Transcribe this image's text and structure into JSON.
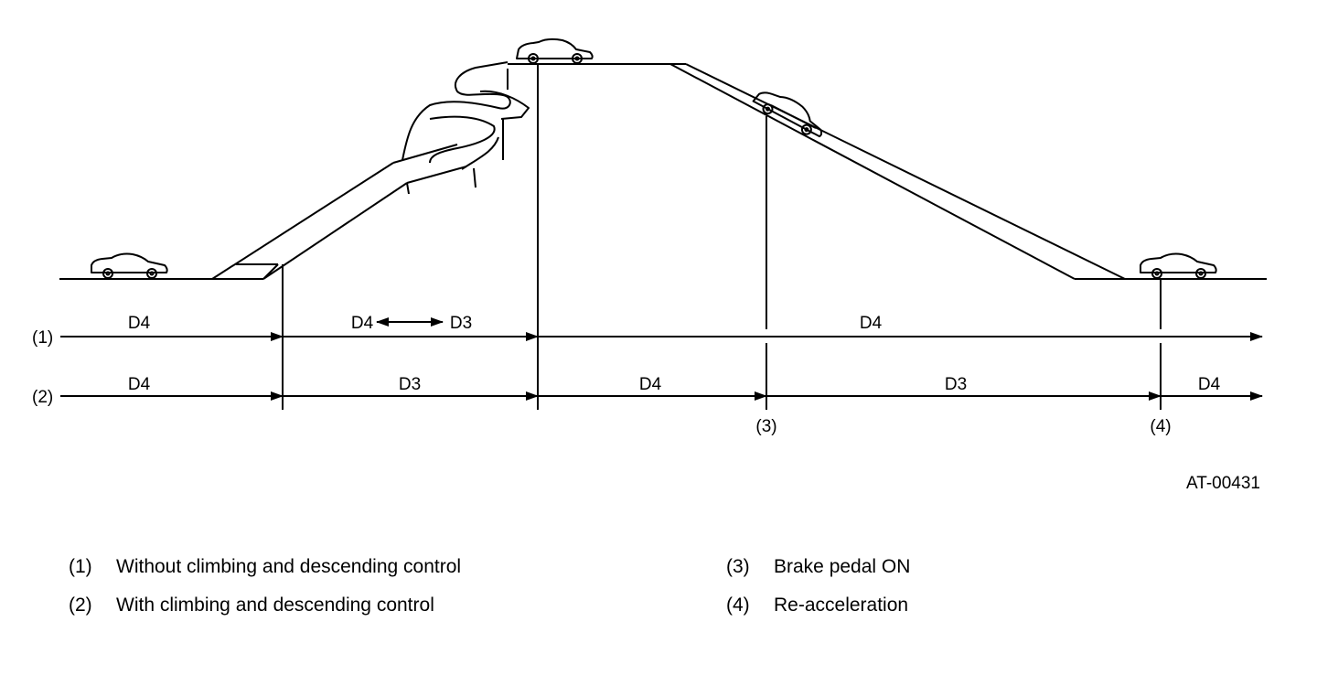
{
  "rows": [
    {
      "marker": "(1)",
      "segments": [
        "D4",
        "D4",
        "D3",
        "D4"
      ]
    },
    {
      "marker": "(2)",
      "segments": [
        "D4",
        "D3",
        "D4",
        "D3",
        "D4"
      ]
    }
  ],
  "points": [
    "(3)",
    "(4)"
  ],
  "figure_id": "AT-00431",
  "legend": [
    {
      "num": "(1)",
      "text": "Without climbing and descending control"
    },
    {
      "num": "(2)",
      "text": "With climbing and descending control"
    },
    {
      "num": "(3)",
      "text": "Brake pedal ON"
    },
    {
      "num": "(4)",
      "text": "Re-acceleration"
    }
  ]
}
